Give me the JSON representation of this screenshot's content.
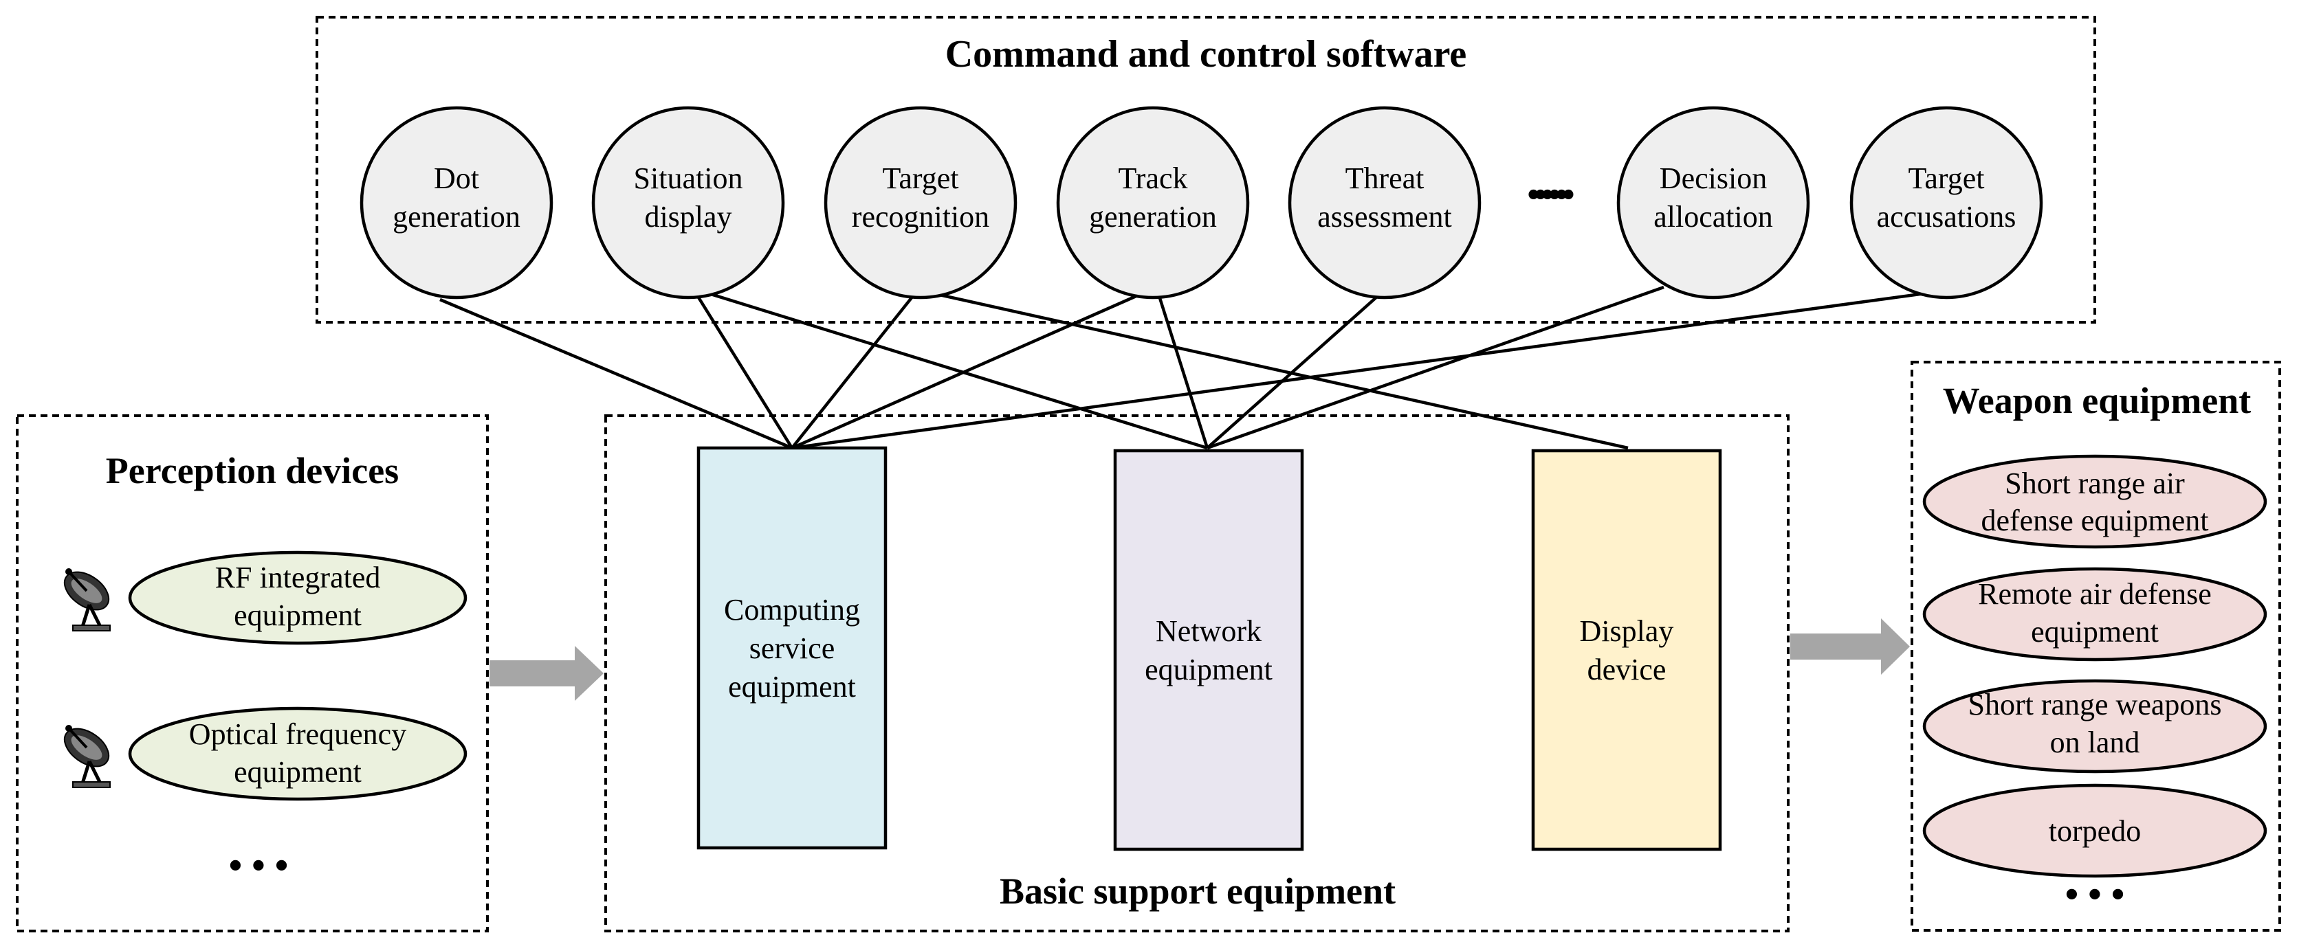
{
  "command_software": {
    "title": "Command and control software",
    "modules": [
      {
        "line1": "Dot",
        "line2": "generation"
      },
      {
        "line1": "Situation",
        "line2": "display"
      },
      {
        "line1": "Target",
        "line2": "recognition"
      },
      {
        "line1": "Track",
        "line2": "generation"
      },
      {
        "line1": "Threat",
        "line2": "assessment"
      },
      {
        "line1": "Decision",
        "line2": "allocation"
      },
      {
        "line1": "Target",
        "line2": "accusations"
      }
    ],
    "ellipsis": "••••••"
  },
  "perception": {
    "title": "Perception devices",
    "devices": [
      {
        "line1": "RF integrated",
        "line2": "equipment",
        "icon": "satellite-dish-icon"
      },
      {
        "line1": "Optical frequency",
        "line2": "equipment",
        "icon": "satellite-dish-icon"
      }
    ],
    "more": "• • •"
  },
  "basic_support": {
    "title": "Basic support equipment",
    "units": [
      {
        "lines": [
          "Computing",
          "service",
          "equipment"
        ],
        "color": "#DAEEF3"
      },
      {
        "lines": [
          "Network",
          "equipment"
        ],
        "color": "#E9E6F0"
      },
      {
        "lines": [
          "Display",
          "device"
        ],
        "color": "#FFF2CC"
      }
    ]
  },
  "weapons": {
    "title": "Weapon equipment",
    "items": [
      {
        "line1": "Short range air",
        "line2": "defense equipment"
      },
      {
        "line1": "Remote air defense",
        "line2": "equipment"
      },
      {
        "line1": "Short range weapons",
        "line2": "on land"
      },
      {
        "line1": "torpedo",
        "line2": ""
      }
    ],
    "more": "• • •"
  },
  "colors": {
    "module_fill": "#EFEFEF",
    "perception_fill": "#EBF1DE",
    "weapon_fill": "#F2DCDB",
    "arrow": "#A6A6A6",
    "line": "#000000"
  }
}
